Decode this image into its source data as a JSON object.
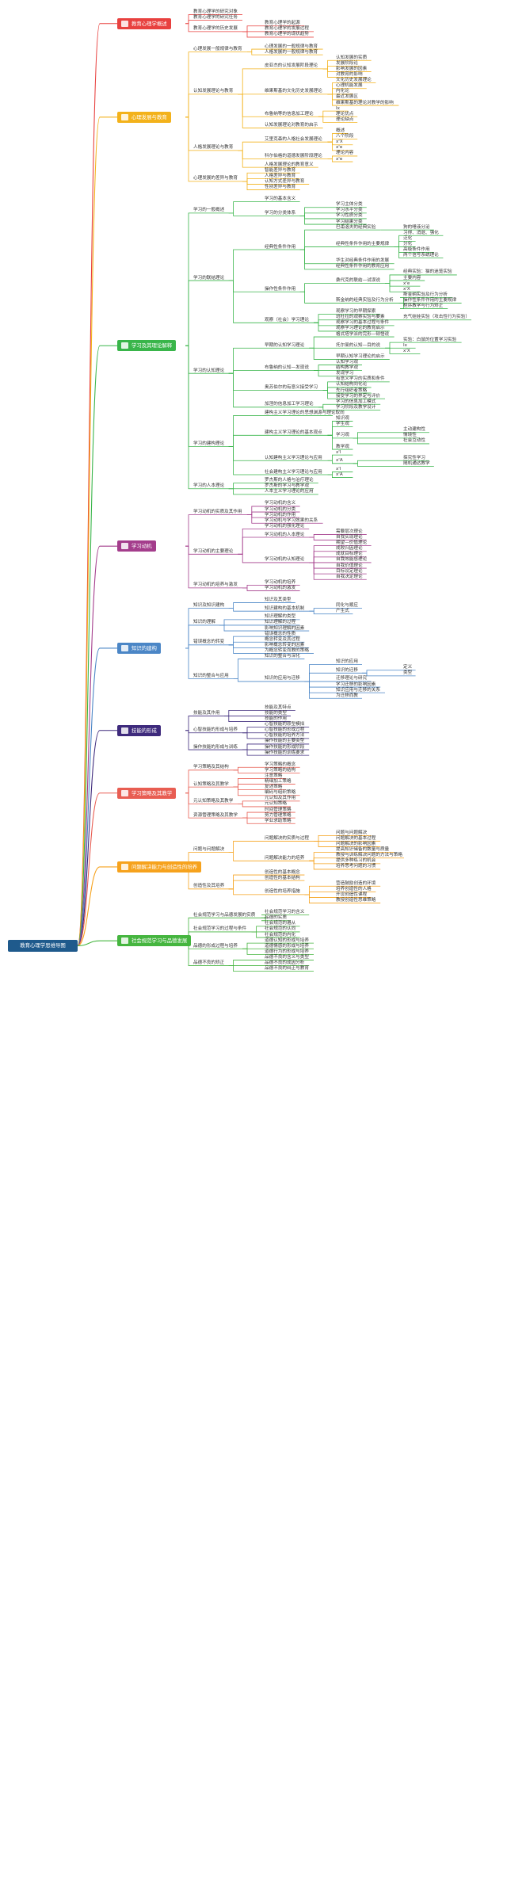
{
  "root": "教育心理学思维导图",
  "colors": {
    "root": "#1f5a8c",
    "b0": "#e8413f",
    "b1": "#f3b21b",
    "b2": "#39b54a",
    "b3": "#a43d8c",
    "b4": "#4b86c6",
    "b5": "#3e2a7c",
    "b6": "#e85d52",
    "b7": "#f6a21d",
    "b8": "#45b53f"
  },
  "branches": [
    {
      "label": "教育心理学概述",
      "children": [
        {
          "label": "教育心理学的研究对象"
        },
        {
          "label": "教育心理学的研究任务"
        },
        {
          "label": "教育心理学的历史发展",
          "children": [
            {
              "label": "教育心理学的起源"
            },
            {
              "label": "教育心理学的发展过程"
            },
            {
              "label": "教育心理学的现状趋势"
            }
          ]
        }
      ]
    },
    {
      "label": "心理发展与教育",
      "children": [
        {
          "label": "心理发展一般规律与教育",
          "children": [
            {
              "label": "心理发展的一般规律与教育"
            },
            {
              "label": "人格发展的一般规律与教育"
            }
          ]
        },
        {
          "label": "认知发展理论与教育",
          "children": [
            {
              "label": "皮亚杰的认知发展阶段理论",
              "children": [
                {
                  "label": "认知发展的实质"
                },
                {
                  "label": "发展阶段论"
                },
                {
                  "label": "影响发展的因素"
                },
                {
                  "label": "对教育的影响"
                }
              ]
            },
            {
              "label": "维果斯基的文化历史发展理论",
              "children": [
                {
                  "label": "文化历史发展理论"
                },
                {
                  "label": "心理机能发展"
                },
                {
                  "label": "内化论"
                },
                {
                  "label": "最近发展区"
                },
                {
                  "label": "维果斯基的理论对教学的影响"
                }
              ]
            },
            {
              "label": "布鲁纳等的信息加工理论",
              "children": [
                {
                  "label": "Ix"
                },
                {
                  "label": "理论优点"
                },
                {
                  "label": "理论缺点"
                }
              ]
            },
            {
              "label": "认知发展理论对教育的启示"
            }
          ]
        },
        {
          "label": "人格发展理论与教育",
          "children": [
            {
              "label": "艾里克森的人格社会发展理论",
              "children": [
                {
                  "label": "概述"
                },
                {
                  "label": "八个阶段"
                },
                {
                  "label": "x'X"
                },
                {
                  "label": "x'e"
                }
              ]
            },
            {
              "label": "科尔伯格的道德发展阶段理论",
              "children": [
                {
                  "label": "理论内容"
                },
                {
                  "label": "x'e"
                }
              ]
            },
            {
              "label": "人格发展理论的教育意义"
            }
          ]
        },
        {
          "label": "心理发展的差异与教育",
          "children": [
            {
              "label": "智能差异与教育"
            },
            {
              "label": "人格差异与教育"
            },
            {
              "label": "认知方式差异与教育"
            },
            {
              "label": "性别差异与教育"
            }
          ]
        }
      ]
    },
    {
      "label": "学习及其理论解释",
      "children": [
        {
          "label": "学习的一般概述",
          "children": [
            {
              "label": "学习的基本含义"
            },
            {
              "label": "学习的分类体系",
              "children": [
                {
                  "label": "学习主体分类"
                },
                {
                  "label": "学习水平分类"
                },
                {
                  "label": "学习性质分类"
                },
                {
                  "label": "学习结果分类"
                }
              ]
            }
          ]
        },
        {
          "label": "学习的联结理论",
          "children": [
            {
              "label": "经典性条件作用",
              "children": [
                {
                  "label": "巴甫洛夫的经典实验",
                  "children": [
                    {
                      "label": "狗的唾液分泌"
                    }
                  ]
                },
                {
                  "label": "经典性条件作用的主要规律",
                  "children": [
                    {
                      "label": "习得、消退、强化"
                    },
                    {
                      "label": "泛化"
                    },
                    {
                      "label": "分化"
                    },
                    {
                      "label": "高级条件作用"
                    },
                    {
                      "label": "两个信号系统理论"
                    }
                  ]
                },
                {
                  "label": "华生对经典条件作用的发展"
                },
                {
                  "label": "经典性条件作用的教育应用"
                }
              ]
            },
            {
              "label": "操作性条件作用",
              "children": [
                {
                  "label": "桑代克的联结—试误说",
                  "children": [
                    {
                      "label": "经典实验：猫的迷笼实验"
                    },
                    {
                      "label": "主要内容"
                    },
                    {
                      "label": "x'e"
                    },
                    {
                      "label": "x'X"
                    }
                  ]
                },
                {
                  "label": "斯金纳的经典实验及行为分析",
                  "children": [
                    {
                      "label": "斯金纳实验及行为分析"
                    },
                    {
                      "label": "操作性条件作用的主要规律"
                    },
                    {
                      "label": "程序教学与行为矫正"
                    }
                  ]
                }
              ]
            },
            {
              "label": "观察（社会）学习理论",
              "children": [
                {
                  "label": "观察学习的早期探索"
                },
                {
                  "label": "班杜拉的观察实验与要素",
                  "children": [
                    {
                      "label": "充气娃娃实验（攻击性行为实验）"
                    }
                  ]
                },
                {
                  "label": "观察学习的基本过程与条件"
                },
                {
                  "label": "观察学习理论的教育启示"
                }
              ]
            }
          ]
        },
        {
          "label": "学习的认知理论",
          "children": [
            {
              "label": "早期的认知学习理论",
              "children": [
                {
                  "label": "格式塔学派的完形—顿悟说"
                },
                {
                  "label": "托尔曼的认知—目的说",
                  "children": [
                    {
                      "label": "实验：白鼠的位置学习实验"
                    },
                    {
                      "label": "Ix"
                    },
                    {
                      "label": "x'X"
                    }
                  ]
                },
                {
                  "label": "早期认知学习理论的启示"
                }
              ]
            },
            {
              "label": "布鲁纳的认知—发现说",
              "children": [
                {
                  "label": "认知学习观"
                },
                {
                  "label": "结构教学观"
                },
                {
                  "label": "发现学习"
                }
              ]
            },
            {
              "label": "奥苏伯尔的有意义接受学习",
              "children": [
                {
                  "label": "有意义学习的实质和条件"
                },
                {
                  "label": "认知结构同化论"
                },
                {
                  "label": "先行组织者策略"
                },
                {
                  "label": "接受学习的界定与评价"
                }
              ]
            },
            {
              "label": "加涅的信息加工学习理论",
              "children": [
                {
                  "label": "学习的信息加工模式"
                },
                {
                  "label": "学习阶段及教学设计"
                }
              ]
            }
          ]
        },
        {
          "label": "学习的建构理论",
          "children": [
            {
              "label": "建构主义学习理论的思想渊源与理论取向"
            },
            {
              "label": "建构主义学习理论的基本观点",
              "children": [
                {
                  "label": "知识观"
                },
                {
                  "label": "学生观"
                },
                {
                  "label": "学习观",
                  "children": [
                    {
                      "label": "主动建构性"
                    },
                    {
                      "label": "情境性"
                    },
                    {
                      "label": "社会互动性"
                    }
                  ]
                },
                {
                  "label": "教学观"
                }
              ]
            },
            {
              "label": "认知建构主义学习理论与应用",
              "children": [
                {
                  "label": "x'l"
                },
                {
                  "label": "x'A",
                  "children": [
                    {
                      "label": "探究性学习"
                    },
                    {
                      "label": "随机通达教学"
                    }
                  ]
                }
              ]
            },
            {
              "label": "社会建构主义学习理论与应用",
              "children": [
                {
                  "label": "x'l"
                },
                {
                  "label": "x'A"
                }
              ]
            }
          ]
        },
        {
          "label": "学习的人本理论",
          "children": [
            {
              "label": "罗杰斯的人格与治疗理论"
            },
            {
              "label": "罗杰斯的学习与教学观"
            },
            {
              "label": "人本主义学习理论的应用"
            }
          ]
        }
      ]
    },
    {
      "label": "学习动机",
      "children": [
        {
          "label": "学习动机的实质及其作用",
          "children": [
            {
              "label": "学习动机的含义"
            },
            {
              "label": "学习动机的分类"
            },
            {
              "label": "学习动机的作用"
            },
            {
              "label": "学习动机与学习效果的关系"
            }
          ]
        },
        {
          "label": "学习动机的主要理论",
          "children": [
            {
              "label": "学习动机的强化理论"
            },
            {
              "label": "学习动机的人本理论",
              "children": [
                {
                  "label": "需要层次理论"
                },
                {
                  "label": "自我实现理论"
                }
              ]
            },
            {
              "label": "学习动机的认知理论",
              "children": [
                {
                  "label": "期望—价值理论"
                },
                {
                  "label": "成败归因理论"
                },
                {
                  "label": "成就目标理论"
                },
                {
                  "label": "自我效能感理论"
                },
                {
                  "label": "自我价值理论"
                },
                {
                  "label": "目标设定理论"
                },
                {
                  "label": "自我决定理论"
                }
              ]
            }
          ]
        },
        {
          "label": "学习动机的培养与激发",
          "children": [
            {
              "label": "学习动机的培养"
            },
            {
              "label": "学习动机的激发"
            }
          ]
        }
      ]
    },
    {
      "label": "知识的建构",
      "children": [
        {
          "label": "知识及知识建构",
          "children": [
            {
              "label": "知识及其类型"
            },
            {
              "label": "知识建构的基本机制",
              "children": [
                {
                  "label": "同化与顺应"
                },
                {
                  "label": "产生式"
                }
              ]
            }
          ]
        },
        {
          "label": "知识的理解",
          "children": [
            {
              "label": "知识理解的类型"
            },
            {
              "label": "知识理解的过程"
            },
            {
              "label": "影响知识理解的因素"
            }
          ]
        },
        {
          "label": "错误概念的转变",
          "children": [
            {
              "label": "错误概念的性质"
            },
            {
              "label": "概念转变及其过程"
            },
            {
              "label": "影响概念转变的因素"
            },
            {
              "label": "为概念转变而教的策略"
            }
          ]
        },
        {
          "label": "知识的整合与应用",
          "children": [
            {
              "label": "知识的整合与深化"
            },
            {
              "label": "知识的应用与迁移",
              "children": [
                {
                  "label": "知识的应用"
                },
                {
                  "label": "知识的迁移",
                  "children": [
                    {
                      "label": "定义"
                    },
                    {
                      "label": "类型"
                    }
                  ]
                },
                {
                  "label": "迁移理论与研究"
                },
                {
                  "label": "学习迁移的影响因素"
                },
                {
                  "label": "知识应用与迁移的关系"
                },
                {
                  "label": "为迁移而教"
                }
              ]
            }
          ]
        }
      ]
    },
    {
      "label": "技能的形成",
      "children": [
        {
          "label": "技能及其作用",
          "children": [
            {
              "label": "技能及其特点"
            },
            {
              "label": "技能的类型"
            },
            {
              "label": "技能的作用"
            }
          ]
        },
        {
          "label": "心智技能的形成与培养",
          "children": [
            {
              "label": "心智技能的原型模拟"
            },
            {
              "label": "心智技能的形成过程"
            },
            {
              "label": "心智技能的培养方法"
            }
          ]
        },
        {
          "label": "操作技能的形成与训练",
          "children": [
            {
              "label": "操作技能的主要类型"
            },
            {
              "label": "操作技能的形成阶段"
            },
            {
              "label": "操作技能的训练要求"
            }
          ]
        }
      ]
    },
    {
      "label": "学习策略及其教学",
      "children": [
        {
          "label": "学习策略及其结构",
          "children": [
            {
              "label": "学习策略的概念"
            },
            {
              "label": "学习策略的结构"
            }
          ]
        },
        {
          "label": "认知策略及其教学",
          "children": [
            {
              "label": "注意策略"
            },
            {
              "label": "精细加工策略"
            },
            {
              "label": "复述策略"
            },
            {
              "label": "编码与组织策略"
            }
          ]
        },
        {
          "label": "元认知策略及其教学",
          "children": [
            {
              "label": "元认知及其作用"
            },
            {
              "label": "元认知策略"
            }
          ]
        },
        {
          "label": "资源管理策略及其教学",
          "children": [
            {
              "label": "时间管理策略"
            },
            {
              "label": "努力管理策略"
            },
            {
              "label": "学业求助策略"
            }
          ]
        }
      ]
    },
    {
      "label": "问题解决能力与创造性的培养",
      "children": [
        {
          "label": "问题与问题解决",
          "children": [
            {
              "label": "问题解决的实质与过程",
              "children": [
                {
                  "label": "问题与问题解决"
                },
                {
                  "label": "问题解决的基本过程"
                },
                {
                  "label": "问题解决的影响因素"
                }
              ]
            },
            {
              "label": "问题解决能力的培养",
              "children": [
                {
                  "label": "提高知识储备的数量与质量"
                },
                {
                  "label": "教授与训练解决问题的方法与策略"
                },
                {
                  "label": "提供多种练习的机会"
                },
                {
                  "label": "培养思考问题的习惯"
                }
              ]
            }
          ]
        },
        {
          "label": "创造性及其培养",
          "children": [
            {
              "label": "创造性的基本概念"
            },
            {
              "label": "创造性的基本结构"
            },
            {
              "label": "创造性的培养措施",
              "children": [
                {
                  "label": "营造鼓励创造的环境"
                },
                {
                  "label": "培养创造性的人格"
                },
                {
                  "label": "开设创造性课程"
                },
                {
                  "label": "教授创造性思维策略"
                }
              ]
            }
          ]
        }
      ]
    },
    {
      "label": "社会规范学习与品德发展",
      "children": [
        {
          "label": "社会规范学习与品德发展的实质",
          "children": [
            {
              "label": "社会规范学习的含义"
            },
            {
              "label": "品德的实质"
            }
          ]
        },
        {
          "label": "社会规范学习的过程与条件",
          "children": [
            {
              "label": "社会规范的遵从"
            },
            {
              "label": "社会规范的认同"
            },
            {
              "label": "社会规范的内化"
            }
          ]
        },
        {
          "label": "品德的形成过程与培养",
          "children": [
            {
              "label": "道德认知的形成与培养"
            },
            {
              "label": "道德情感的形成与培养"
            },
            {
              "label": "道德行为的形成与培养"
            }
          ]
        },
        {
          "label": "品德不良的矫正",
          "children": [
            {
              "label": "品德不良的含义与类型"
            },
            {
              "label": "品德不良的成因分析"
            },
            {
              "label": "品德不良的纠正与教育"
            }
          ]
        }
      ]
    }
  ]
}
